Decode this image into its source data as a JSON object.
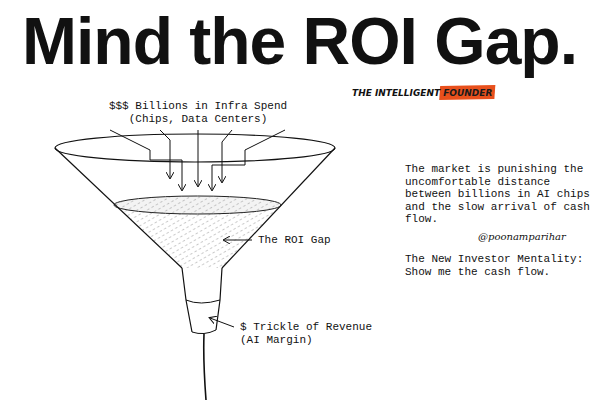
{
  "diagram": {
    "title": "Mind the ROI Gap.",
    "labels": [
      "$$$ Billions in Infra Spend (Chips, Data Centers)",
      "The ROI Gap",
      "$ Trickle of Revenue (AI Margin)",
      "THE INTELLIGENT",
      "FOUNDER",
      "The market is punishing the uncomfortable distance between billions in AI chips and the slow arrival of cash flow.",
      "@poonamparihar",
      "The New Investor Mentality: Show me the cash flow."
    ]
  }
}
